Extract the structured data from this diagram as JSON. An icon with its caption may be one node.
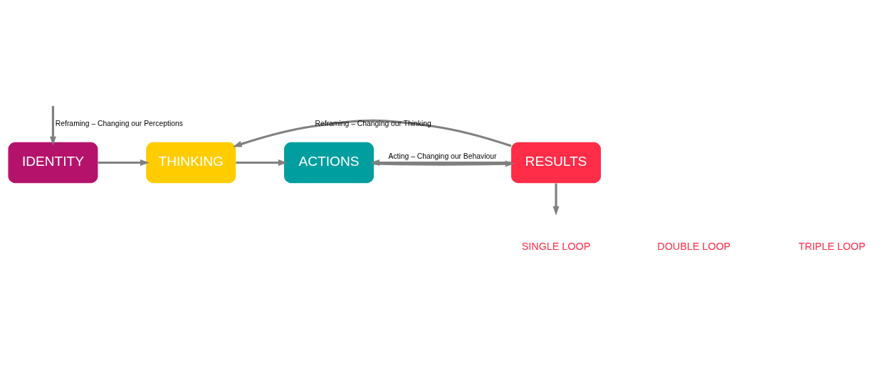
{
  "diagram": {
    "nodes": [
      {
        "text": [
          "IDENTITY"
        ]
      },
      {
        "text": [
          "THINKING"
        ]
      },
      {
        "text": [
          "ACTIONS"
        ]
      },
      {
        "text": [
          "RESULTS"
        ]
      }
    ],
    "edges": [
      {
        "from": 0,
        "to": 1,
        "arrow": "to"
      },
      {
        "from": 1,
        "to": 2,
        "arrow": "to"
      },
      {
        "from": 2,
        "to": 3,
        "arrow": "to"
      },
      {
        "from": 3,
        "to": 2,
        "arrow": "to",
        "label": "Acting – Changing our Behaviour"
      },
      {
        "from": 3,
        "to": 1,
        "arrow": "to",
        "label": "Reframing – Changing our Thinking"
      },
      {
        "from": 3,
        "to": null,
        "arrow": "to"
      },
      {
        "from": null,
        "to": 0,
        "arrow": "to",
        "label": "Reframing – Changing our Perceptions"
      }
    ],
    "labels": [
      "SINGLE LOOP",
      "DOUBLE LOOP",
      "TRIPLE LOOP"
    ]
  }
}
